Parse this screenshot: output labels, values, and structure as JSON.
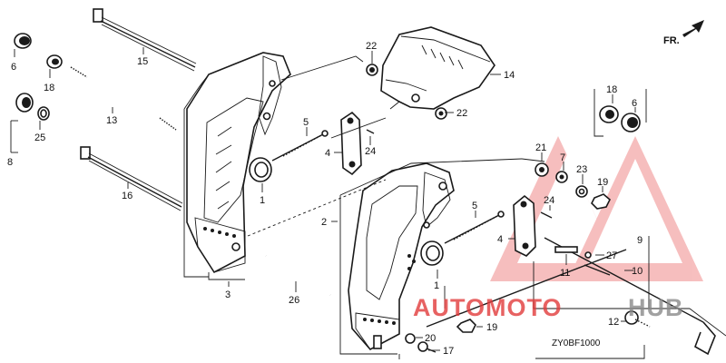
{
  "diagram": {
    "code": "ZY0BF1000",
    "direction_label": "FR.",
    "callouts": {
      "c6a": "6",
      "c18a": "18",
      "c25": "25",
      "c8": "8",
      "c13": "13",
      "c15": "15",
      "c16": "16",
      "c3": "3",
      "c1a": "1",
      "c5a": "5",
      "c4a": "4",
      "c24a": "24",
      "c22a": "22",
      "c22b": "22",
      "c14": "14",
      "c18b": "18",
      "c6b": "6",
      "c2": "2",
      "c21": "21",
      "c7": "7",
      "c23": "23",
      "c19a": "19",
      "c24b": "24",
      "c5b": "5",
      "c4b": "4",
      "c9": "9",
      "c27": "27",
      "c11": "11",
      "c10": "10",
      "c1b": "1",
      "c26": "26",
      "c19b": "19",
      "c20": "20",
      "c17": "17",
      "c12": "12"
    }
  },
  "watermark": {
    "text_red": "AUTOMOTO",
    "text_gray": "HUB",
    "color_red": "#e23b3b",
    "color_gray": "#8a8a8a"
  }
}
